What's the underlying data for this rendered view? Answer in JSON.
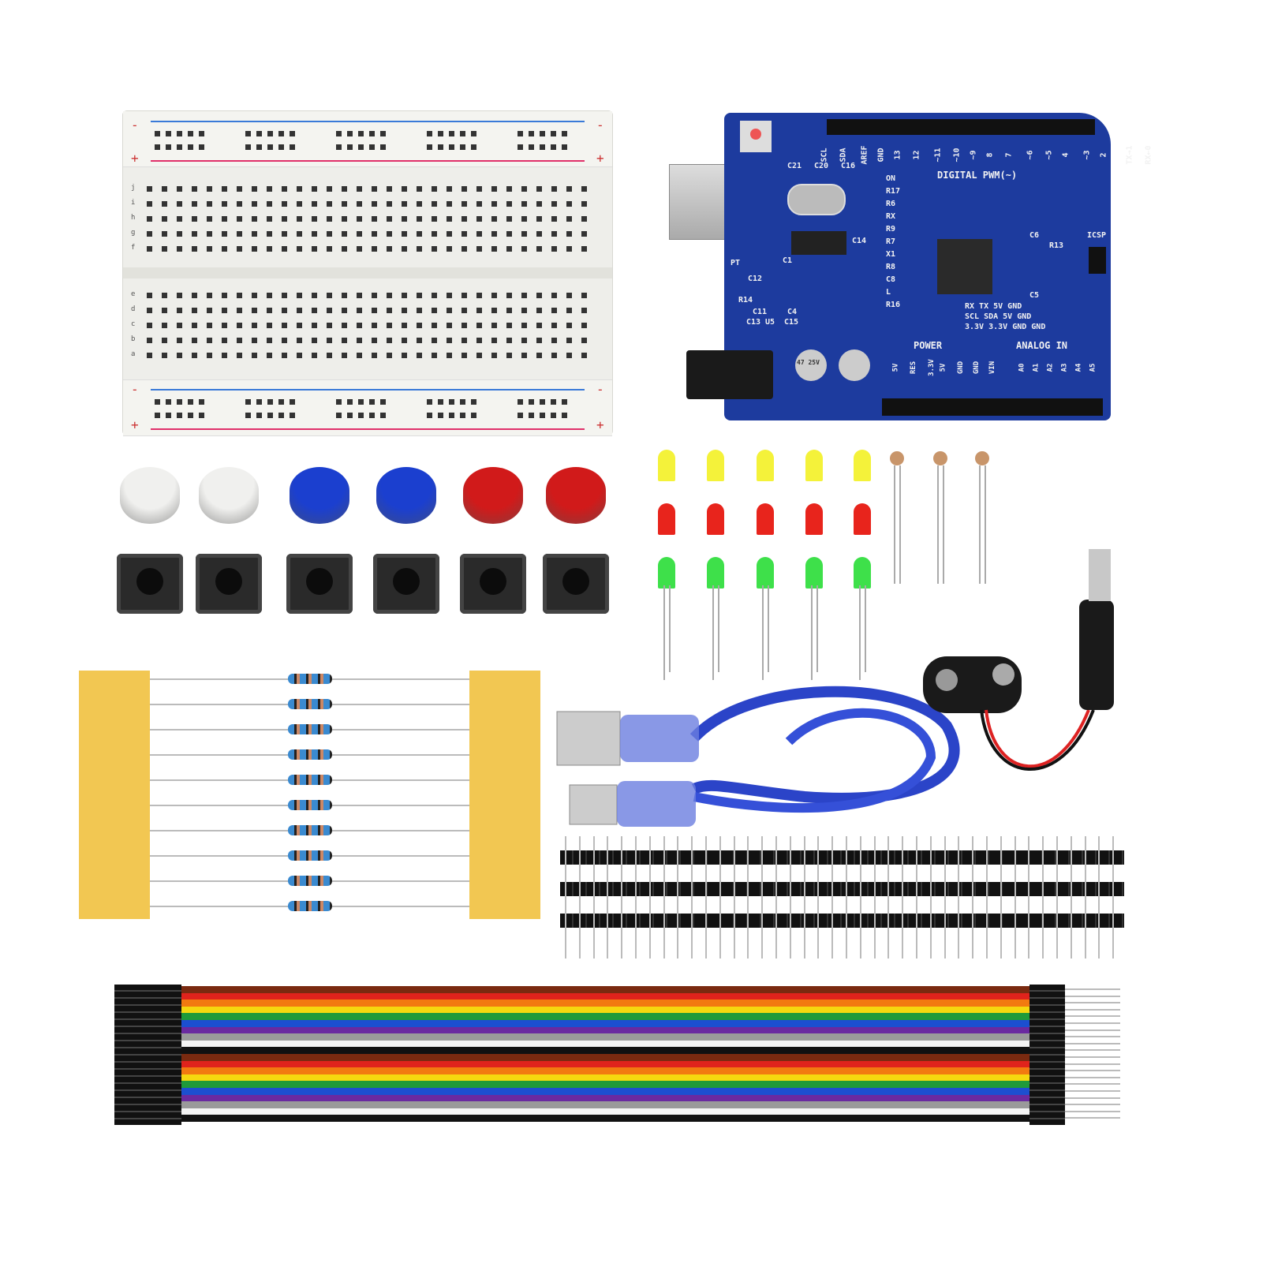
{
  "breadboard": {
    "row_letters_top": [
      "j",
      "i",
      "h",
      "g",
      "f"
    ],
    "row_letters_bottom": [
      "e",
      "d",
      "c",
      "b",
      "a"
    ],
    "columns": 30,
    "rail_minus": "-",
    "rail_plus": "+"
  },
  "arduino": {
    "labels_top": [
      "SCL",
      "SDA",
      "AREF",
      "GND",
      "13",
      "12",
      "~11",
      "~10",
      "~9",
      "8",
      "7",
      "~6",
      "~5",
      "4",
      "~3",
      "2",
      "TX→1",
      "RX←0"
    ],
    "digital": "DIGITAL PWM(~)",
    "components": [
      "C21",
      "C20",
      "C16",
      "ON",
      "R17",
      "R6",
      "RX",
      "R9",
      "R7",
      "X1",
      "R8",
      "C8",
      "L",
      "R16",
      "C14",
      "C1",
      "C12",
      "R14",
      "PT",
      "C11",
      "C4",
      "C13",
      "U5",
      "C15",
      "C6",
      "R13",
      "C5",
      "ICSP"
    ],
    "header_labels": [
      "RX  TX  5V  GND",
      "SCL SDA 5V  GND",
      "3.3V 3.3V GND GND"
    ],
    "power": "POWER",
    "power_pins": [
      "5V",
      "RES",
      "3.3V",
      "5V",
      "GND",
      "GND",
      "VIN"
    ],
    "analog": "ANALOG IN",
    "analog_pins": [
      "A0",
      "A1",
      "A2",
      "A3",
      "A4",
      "A5"
    ],
    "cap_text": "47 25V"
  },
  "colors": {
    "board": "#1d3b9e",
    "wires": [
      "#7a2a10",
      "#e0231c",
      "#f27a10",
      "#f5d80f",
      "#1f9a3a",
      "#1c4fd0",
      "#6a2aa0",
      "#9a9a9a",
      "#f4f4f4",
      "#111111"
    ]
  },
  "buttons": [
    "#f0f0ee",
    "#f0f0ee",
    "#1b3fcf",
    "#1b3fcf",
    "#d11a1a",
    "#d11a1a"
  ],
  "leds": [
    "#f4f23a",
    "#e8241c",
    "#3ee04a"
  ]
}
